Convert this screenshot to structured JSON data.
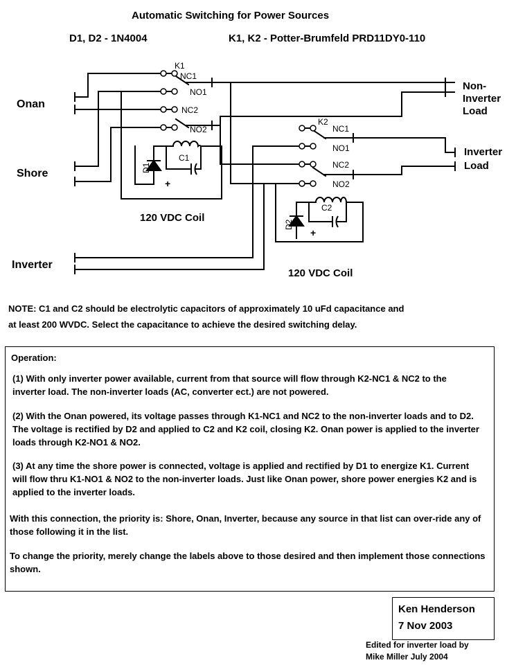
{
  "title": "Automatic Switching for Power Sources",
  "subtitle_left": "D1, D2 - 1N4004",
  "subtitle_right": "K1, K2 - Potter-Brumfeld  PRD11DY0-110",
  "sources": {
    "onan": "Onan",
    "shore": "Shore",
    "inverter": "Inverter"
  },
  "loads": {
    "non_inverter_line1": "Non-",
    "non_inverter_line2": "Inverter",
    "non_inverter_line3": "Load",
    "inverter_line1": "Inverter",
    "inverter_line2": "Load"
  },
  "relay_k1": {
    "name": "K1",
    "nc1": "NC1",
    "no1": "NO1",
    "nc2": "NC2",
    "no2": "NO2",
    "diode": "D1",
    "capacitor": "C1",
    "polarity": "+",
    "coil_label": "120 VDC Coil"
  },
  "relay_k2": {
    "name": "K2",
    "nc1": "NC1",
    "no1": "NO1",
    "nc2": "NC2",
    "no2": "NO2",
    "diode": "D2",
    "capacitor": "C2",
    "polarity": "+",
    "coil_label": "120 VDC Coil"
  },
  "note_line1": "NOTE:  C1 and C2 should be electrolytic capacitors of approximately 10 uFd capacitance and",
  "note_line2": "at least 200 WVDC.  Select the capacitance to achieve the desired switching delay.",
  "operation": {
    "heading": "Operation:",
    "p1": "(1)  With only inverter power available, current from that source will flow through K2-NC1 & NC2 to the inverter load.  The non-inverter loads (AC, converter ect.) are not powered.",
    "p2": "(2)  With the Onan powered, its voltage passes through K1-NC1 and NC2 to the non-inverter loads and to D2.  The voltage is rectified by D2 and applied to C2 and K2 coil, closing K2.  Onan power is applied to the inverter loads through K2-NO1 & NO2.",
    "p3": "(3)  At any time the shore power is connected, voltage is applied and rectified by D1 to energize K1.  Current will flow thru K1-NO1 & NO2 to the non-inverter loads.  Just like Onan power, shore power energies K2 and is applied to the inverter loads.",
    "p4": "With this connection, the priority is:  Shore, Onan, Inverter, because any source in that list can over-ride any of those following it in the list.",
    "p5": "To change the priority, merely change the labels above to those desired and then implement those connections shown."
  },
  "signature": {
    "name": "Ken Henderson",
    "date": "7 Nov 2003"
  },
  "edited_line1": "Edited for inverter load by",
  "edited_line2": "Mike Miller  July 2004"
}
